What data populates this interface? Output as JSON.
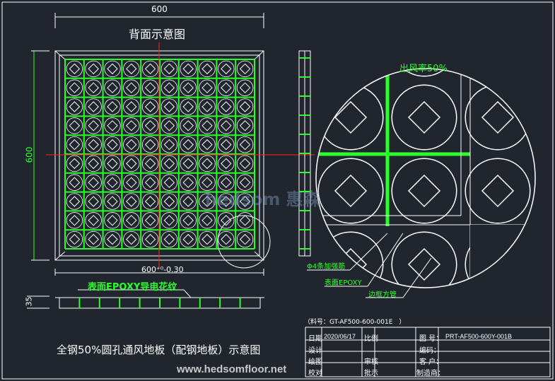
{
  "drawing": {
    "top_dimension": "600",
    "back_view_title": "背面示意图",
    "left_dimension": "600",
    "bottom_dimension": "600⁺⁰-0.30",
    "surface_label": "表面EPOXY导电花纹",
    "height_dimension": "35",
    "airflow_label": "出风率50%",
    "callouts": [
      "Φ4条加强筋",
      "表面EPOXY",
      "边框方管"
    ],
    "main_title": "全钢50%圆孔通风地板（配钢地板）示意图",
    "watermark": "hedsom 惠森",
    "website": "www.hedsomfloor.net"
  },
  "title_block": {
    "part_no": "（料号：GT-AF500-600-001E　）",
    "date_label": "日期",
    "date": "2020/06/17",
    "proportion_label": "比例",
    "drawing_no_label": "图 号：",
    "drawing_no": "PRT-AF500-600Y-001B",
    "design_label": "设计",
    "code_label": "编码：",
    "drafting_label": "绘图",
    "review_label": "审核",
    "customer_label": "客 户：",
    "check_label": "校对",
    "approval_label": "批示",
    "maker_label": "制造商："
  },
  "colors": {
    "background": "#21262e",
    "line": "#ffffff",
    "green": "#2bff2b",
    "center": "#ff2020"
  }
}
